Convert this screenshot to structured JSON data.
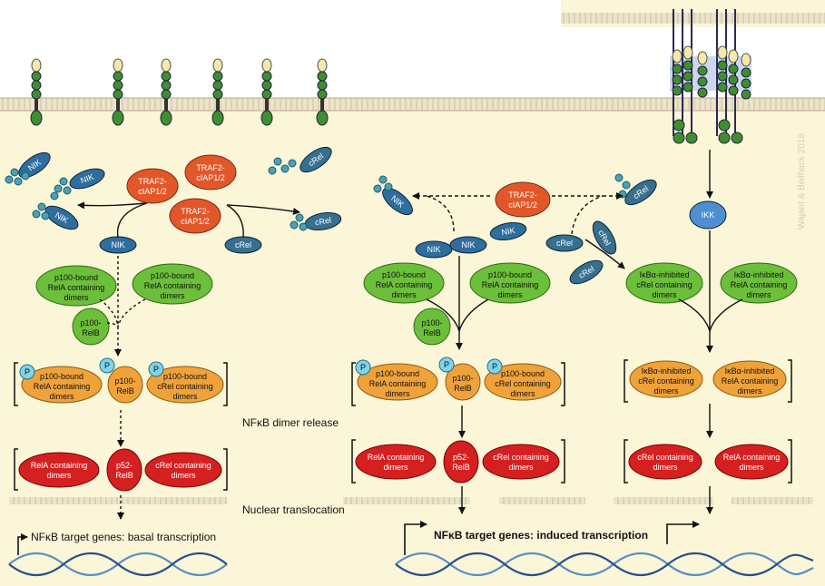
{
  "watermark": "Wajant & Beilhack 2019",
  "labels": {
    "nik": "NIK",
    "crel": "cRel",
    "ikk": "IKK",
    "traf2_l1": "TRAF2-",
    "traf2_l2": "cIAP1/2",
    "p100_rela_l1": "p100-bound",
    "p100_rela_l2": "RelA containing",
    "p100_rela_l3": "dimers",
    "p100_crel_l1": "p100-bound",
    "p100_crel_l2": "cRel containing",
    "p100_crel_l3": "dimers",
    "p100_relb_l1": "p100-",
    "p100_relb_l2": "RelB",
    "ikba_crel_l1": "IκBα-inhibited",
    "ikba_crel_l2": "cRel containing",
    "ikba_crel_l3": "dimers",
    "ikba_rela_l1": "IκBα-inhibited",
    "ikba_rela_l2": "RelA containing",
    "ikba_rela_l3": "dimers",
    "rela_dimers_l1": "RelA containing",
    "rela_dimers_l2": "dimers",
    "crel_dimers_l1": "cRel containing",
    "crel_dimers_l2": "dimers",
    "p52_relb_l1": "p52-",
    "p52_relb_l2": "RelB",
    "phospho": "P"
  },
  "captions": {
    "dimer_release": "NFκB dimer release",
    "nuclear_translocation": "Nuclear translocation",
    "basal": "NFκB target genes: basal transcription",
    "induced": "NFκB target genes:  induced transcription"
  },
  "colors": {
    "cytoplasm": "#fbf6d8",
    "membrane": "#e6dcc2",
    "nik_blue": "#2e6e9e",
    "traf_orange": "#e2572a",
    "green_complex": "#6cbf3a",
    "orange_complex": "#f0a23a",
    "red_dimer": "#d42020",
    "dna_blue": "#5b8fc2"
  }
}
